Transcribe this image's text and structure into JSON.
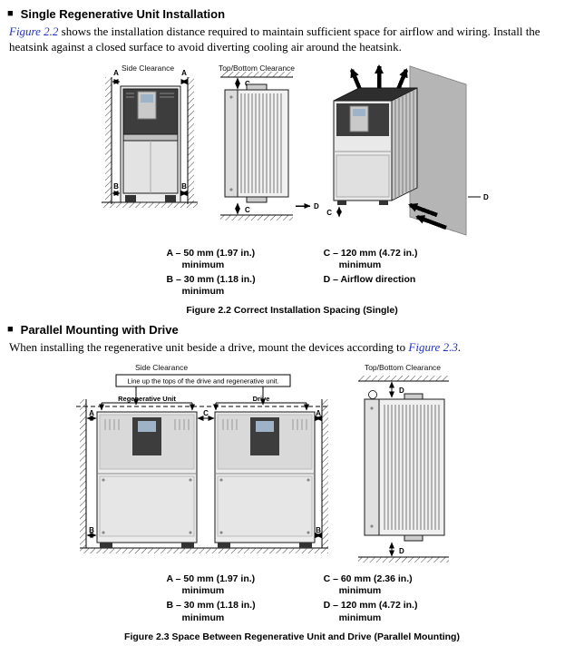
{
  "section1": {
    "bullet": "■",
    "heading": "Single Regenerative Unit Installation",
    "para_link": "Figure 2.2",
    "para_rest": " shows the installation distance required to maintain sufficient space for airflow and wiring. Install the heatsink against a closed surface to avoid diverting cooling air around the heatsink."
  },
  "fig22": {
    "side_clearance_label": "Side Clearance",
    "top_bottom_label": "Top/Bottom Clearance",
    "dims": {
      "a": "A",
      "b": "B",
      "c": "C",
      "d": "D"
    },
    "legend": [
      {
        "label": "A – 50 mm (1.97 in.)",
        "sub": "minimum"
      },
      {
        "label": "B – 30 mm (1.18 in.)",
        "sub": "minimum"
      },
      {
        "label": "C – 120 mm (4.72 in.)",
        "sub": "minimum"
      },
      {
        "label": "D – Airflow direction",
        "sub": ""
      }
    ],
    "caption": "Figure 2.2  Correct Installation Spacing (Single)"
  },
  "section2": {
    "bullet": "■",
    "heading": "Parallel Mounting with Drive",
    "para_before": "When installing the regenerative unit beside a drive, mount the devices according to ",
    "para_link": "Figure 2.3",
    "para_after": "."
  },
  "fig23": {
    "side_clearance_label": "Side Clearance",
    "top_bottom_label": "Top/Bottom Clearance",
    "note": "Line up the tops of the drive and regenerative unit.",
    "unit1_label": "Regenerative Unit",
    "unit2_label": "Drive",
    "dims": {
      "a": "A",
      "b": "B",
      "c": "C",
      "d": "D"
    },
    "legend": [
      {
        "label": "A – 50 mm (1.97 in.)",
        "sub": "minimum"
      },
      {
        "label": "B – 30 mm (1.18 in.)",
        "sub": "minimum"
      },
      {
        "label": "C – 60 mm (2.36 in.)",
        "sub": "minimum"
      },
      {
        "label": "D – 120 mm (4.72 in.)",
        "sub": "minimum"
      }
    ],
    "caption": "Figure 2.3  Space Between Regenerative Unit and Drive (Parallel Mounting)"
  }
}
